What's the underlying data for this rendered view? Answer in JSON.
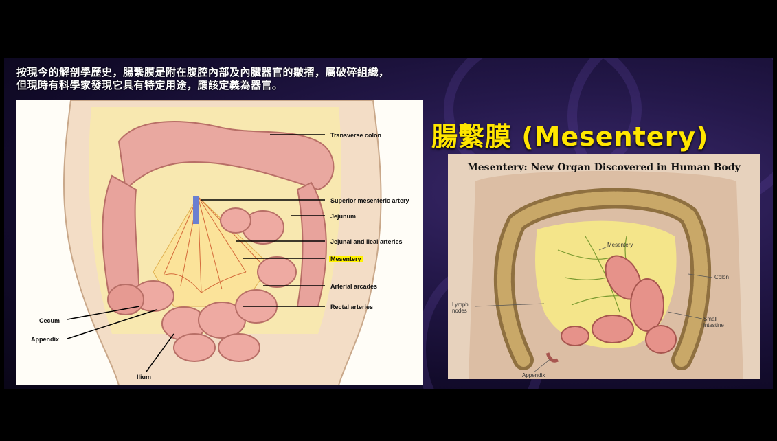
{
  "caption": {
    "line1": "按現今的解剖學歷史，腸繫膜是附在腹腔內部及內臟器官的皺摺，屬破碎組織，",
    "line2": "但現時有科學家發現它具有特定用途，應該定義為器官。"
  },
  "headline": "腸繫膜 (Mesentery)",
  "left_diagram": {
    "labels": {
      "transverse_colon": "Transverse colon",
      "superior_mesenteric_artery": "Superior mesenteric artery",
      "jejunum": "Jejunum",
      "jejunal_ileal_arteries": "Jejunal and ileal arteries",
      "mesentery": "Mesentery",
      "arterial_arcades": "Arterial arcades",
      "rectal_arteries": "Rectal arteries",
      "cecum": "Cecum",
      "appendix": "Appendix",
      "ilium": "Ilium"
    }
  },
  "right_diagram": {
    "title": "Mesentery: New Organ Discovered in Human Body",
    "labels": {
      "mesentery": "Mesentery",
      "colon": "Colon",
      "lymph_nodes": "Lymph nodes",
      "small_intestine": "Small intestine",
      "appendix": "Appendix"
    }
  },
  "colors": {
    "headline": "#ffe600",
    "mesentery_highlight": "#fff200",
    "background": "#24184a"
  }
}
